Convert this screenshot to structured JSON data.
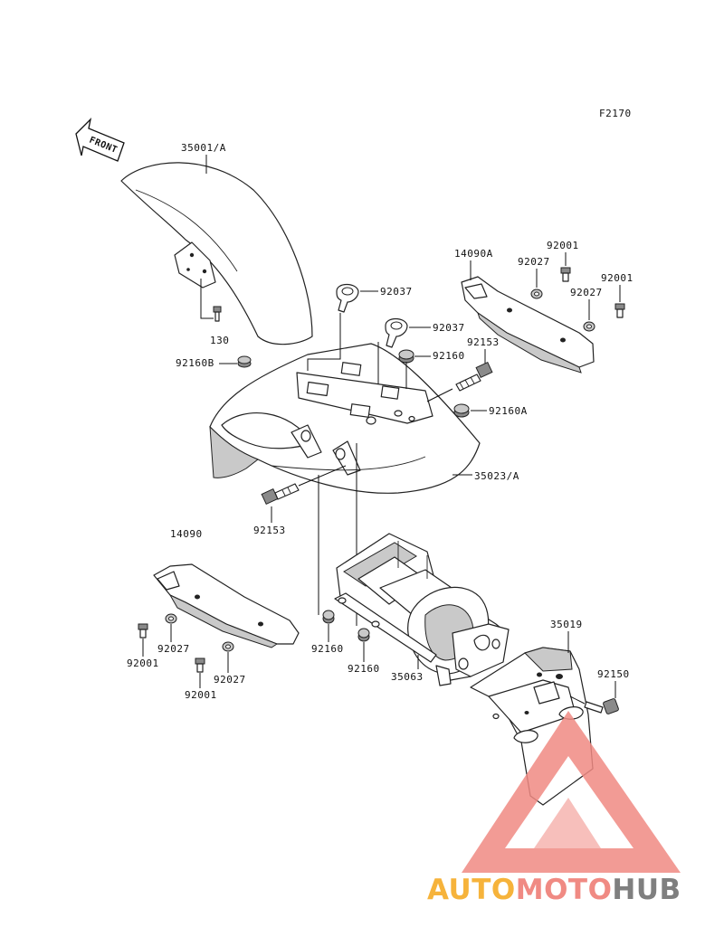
{
  "diagram_code": "F2170",
  "direction_label": "FRONT",
  "parts": {
    "front_fender": "35001/A",
    "screw_130": "130",
    "cushion_92160B": "92160B",
    "clamp_upper": "92037",
    "clamp_lower": "92037",
    "cushion_92160_top": "92160",
    "bolt_92153_right": "92153",
    "cushion_92160A": "92160A",
    "rear_fender": "35023/A",
    "bolt_92153_left": "92153",
    "cover_right": "14090A",
    "screw_92001_r1": "92001",
    "collar_92027_r1": "92027",
    "screw_92001_r2": "92001",
    "collar_92027_r2": "92027",
    "cover_left": "14090",
    "screw_92001_l1": "92001",
    "collar_92027_l1": "92027",
    "collar_92027_l2": "92027",
    "screw_92001_l2": "92001",
    "bracket_35063": "35063",
    "cushion_92160_a": "92160",
    "cushion_92160_b": "92160",
    "license_bracket": "35019",
    "screw_92150": "92150"
  },
  "watermark": {
    "part1": "AUTO",
    "part2": "MOTO",
    "part3": "HUB",
    "color1": "#f6b33b",
    "color2": "#f08a83",
    "color3": "#7f7f7f"
  }
}
